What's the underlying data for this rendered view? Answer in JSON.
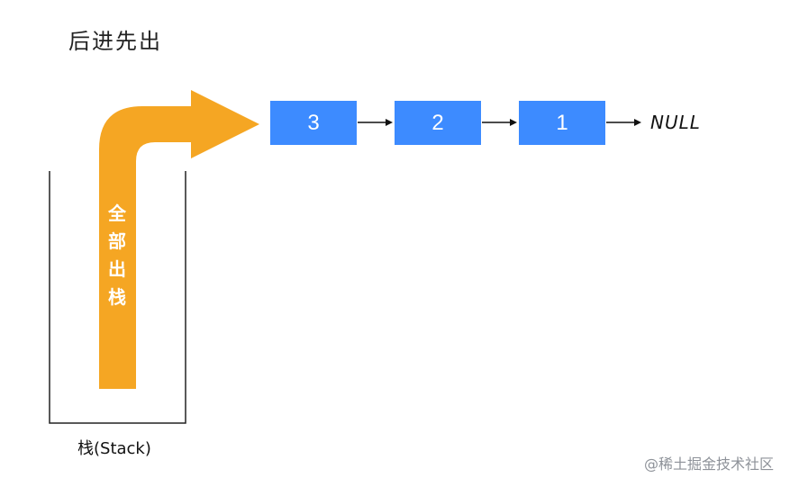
{
  "title": "后进先出",
  "linked_list": {
    "nodes": [
      "3",
      "2",
      "1"
    ],
    "terminator": "NULL"
  },
  "stack": {
    "label": "栈(Stack)",
    "arrow_text": [
      "全",
      "部",
      "出",
      "栈"
    ]
  },
  "watermark": "@稀土掘金技术社区",
  "colors": {
    "node_fill": "#3d8bff",
    "arrow_fill": "#f5a623"
  }
}
